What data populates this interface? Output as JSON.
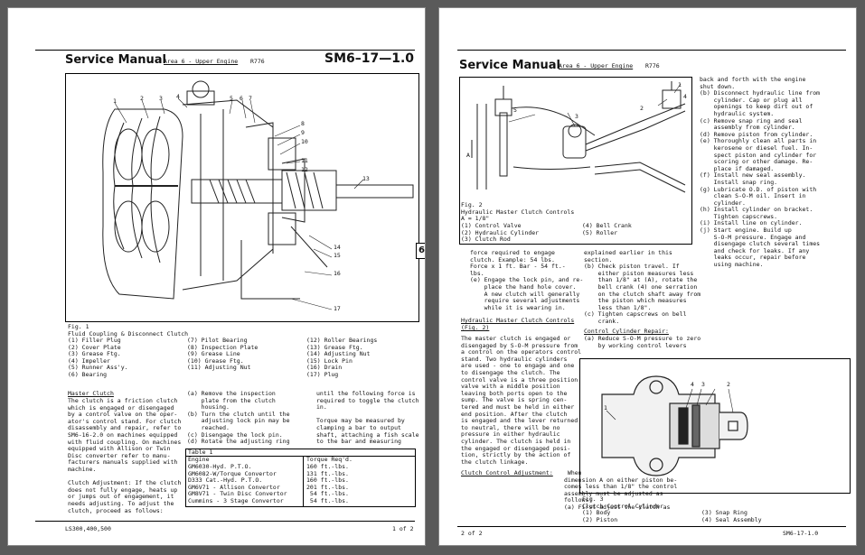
{
  "page1": {
    "title": "Service Manual",
    "area": "Area 6 - Upper Engine",
    "model": "R776",
    "doc_number": "SM6–17—1.0",
    "section_tab": "6",
    "figure1": {
      "callouts": [
        "1",
        "2",
        "3",
        "4",
        "5",
        "6",
        "7",
        "8",
        "9",
        "10",
        "11",
        "12",
        "13",
        "14",
        "15",
        "16",
        "17"
      ],
      "caption": "Fig. 1\nFluid Coupling & Disconnect Clutch",
      "legend_col1": "(1) Filler Plug\n(2) Cover Plate\n(3) Grease Ftg.\n(4) Impeller\n(5) Runner Ass'y.\n(6) Bearing",
      "legend_col2": "(7) Pilot Bearing\n(8) Inspection Plate\n(9) Grease Line\n(10) Grease Ftg.\n(11) Adjusting Nut",
      "legend_col3": "(12) Roller Bearings\n(13) Grease Ftg.\n(14) Adjusting Nut\n(15) Lock Pin\n(16) Drain\n(17) Plug"
    },
    "col1_heading": "Master Clutch",
    "col1_text": "The clutch is a friction clutch\nwhich is engaged or disengaged\nby a control valve on the oper-\nator's control stand. For clutch\ndisassembly and repair, refer to\nSM6-16-2.0 on machines equipped\nwith fluid coupling. On machines\nequipped with Allison or Twin\nDisc converter refer to manu-\nfacturers manuals supplied with\nmachine.\n\nClutch Adjustment: If the clutch\ndoes not fully engage, heats up\nor jumps out of engagement, it\nneeds adjusting. To adjust the\nclutch, proceed as follows:",
    "col2_text": "(a) Remove the inspection\n    plate from the clutch\n    housing.\n(b) Turn the clutch until the\n    adjusting lock pin may be\n    reached.\n(c) Disengage the lock pin.\n(d) Rotate the adjusting ring",
    "col3_text": "until the following force is\nrequired to toggle the clutch\nin.\n\nTorque may be measured by\nclamping a bar to output\nshaft, attaching a fish scale\nto the bar and measuring",
    "table1": {
      "title": "Table 1",
      "col_engine": "Engine",
      "col_torque": "Torque Req'd.",
      "engines": "GM6030-Hyd. P.T.O.\nGM6082-W/Torque Convertor\nD333 Cat.-Hyd. P.T.O.\nGM6V71 - Allison Convertor\nGM8V71 - Twin Disc Convertor\nCummins - 3 Stage Convertor",
      "torques": "160 ft.-lbs.\n131 ft.-lbs.\n160 ft.-lbs.\n201 ft.-lbs.\n 54 ft.-lbs.\n 54 ft.-lbs."
    },
    "footer_left": "LS300,400,500",
    "footer_right": "1 of 2"
  },
  "page2": {
    "title": "Service Manual",
    "area": "Area 6 - Upper Engine",
    "model": "R776",
    "figure2": {
      "callouts": [
        "1",
        "2",
        "3",
        "4",
        "5",
        "A"
      ],
      "caption": "Fig. 2\nHydraulic Master Clutch Controls\nA = 1/8\"",
      "legend_col1": "(1) Control Valve\n(2) Hydraulic Cylinder\n(3) Clutch Rod",
      "legend_col2": "(4) Bell Crank\n(5) Roller"
    },
    "right_col_text": "back and forth with the engine\nshut down.\n(b) Disconnect hydraulic line from\n    cylinder. Cap or plug all\n    openings to keep dirt out of\n    hydraulic system.\n(c) Remove snap ring and seal\n    assembly from cylinder.\n(d) Remove piston from cylinder.\n(e) Thoroughly clean all parts in\n    kerosene or diesel fuel. In-\n    spect piston and cylinder for\n    scoring or other damage. Re-\n    place if damaged.\n(f) Install new seal assembly.\n    Install snap ring.\n(g) Lubricate O.D. of piston with\n    clean S-O-M oil. Insert in\n    cylinder.\n(h) Install cylinder on bracket.\n    Tighten capscrews.\n(i) Install line on cylinder.\n(j) Start engine. Build up\n    S-O-M pressure. Engage and\n    disengage clutch several times\n    and check for leaks. If any\n    leaks occur, repair before\n    using machine.",
    "col1_top": "force required to engage\nclutch. Example: 54 lbs.\nForce x 1 ft. Bar - 54 ft.-\nlbs.\n(e) Engage the lock pin, and re-\n    place the hand hole cover.\n    A new clutch will generally\n    require several adjustments\n    while it is wearing in.",
    "col1_heading": "Hydraulic Master Clutch Controls",
    "col1_heading_ref": "(Fig. 2)",
    "col1_body": "The master clutch is engaged or\ndisengaged by S-O-M pressure from\na control on the operators control\nstand. Two hydraulic cylinders\nare used - one to engage and one\nto disengage the clutch. The\ncontrol valve is a three position\nvalve with a middle position\nleaving both ports open to the\nsump. The valve is spring cen-\ntered and must be held in either\nend position. After the clutch\nis engaged and the lever returned\nto neutral, there will be no\npressure in either hydraulic\ncylinder. The clutch is held in\nthe engaged or disengaged posi-\ntion, strictly by the action of\nthe clutch linkage.",
    "col1_adj_heading": "Clutch Control Adjustment:",
    "col1_adj_text": " When\ndimension A on either piston be-\ncomes less than 1/8\" the control\nassembly must be adjusted as\nfollows:\n(a) First adjust the clutch as",
    "col2_text": "explained earlier in this\nsection.\n(b) Check piston travel. If\n    either piston measures less\n    than 1/8\" at (A), rotate the\n    bell crank (4) one serration\n    on the clutch shaft away from\n    the piston which measures\n    less than 1/8\".\n(c) Tighten capscrews on bell\n    crank.",
    "repair_heading": "Control Cylinder Repair:",
    "repair_text": "(a) Reduce S-O-M pressure to zero\n    by working control levers",
    "figure3": {
      "callouts": [
        "1",
        "4",
        "3",
        "2"
      ],
      "caption": "Fig. 3\nClutch Control Cylinder",
      "legend_col1": "(1) Body\n(2) Piston",
      "legend_col2": "(3) Snap Ring\n(4) Seal Assembly"
    },
    "footer_left": "2 of 2",
    "footer_right": "SM6-17-1.0"
  }
}
